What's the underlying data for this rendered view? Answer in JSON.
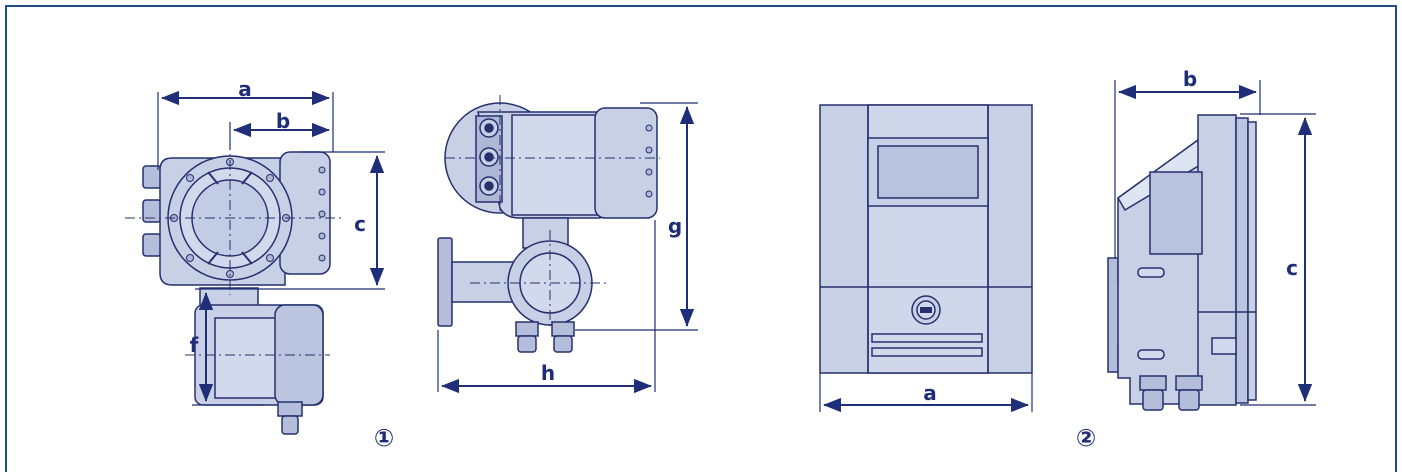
{
  "colors": {
    "frame": "#1f4f86",
    "body": "#c8d0e6",
    "body_dark": "#aeb8d6",
    "body_light": "#dfe4f2",
    "line": "#25306e",
    "dimension": "#1e2e78"
  },
  "device1": {
    "number": "①",
    "labels": {
      "a": "a",
      "b": "b",
      "c": "c",
      "f": "f",
      "g": "g",
      "h": "h"
    }
  },
  "device2": {
    "number": "②",
    "labels": {
      "a": "a",
      "b": "b",
      "c": "c"
    }
  }
}
